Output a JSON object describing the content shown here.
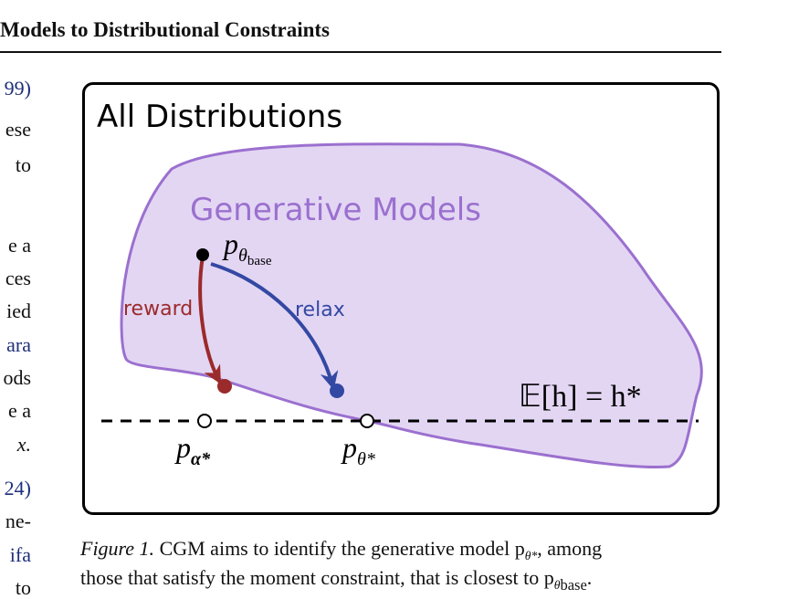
{
  "running_head": "Models to Distributional Constraints",
  "left_column": {
    "lines": [
      {
        "text": "99)",
        "blue": true
      },
      {
        "text": "ese",
        "blue": false
      },
      {
        "text": "to",
        "blue": false
      },
      {
        "text": "e a",
        "blue": false
      },
      {
        "text": "ces",
        "blue": false
      },
      {
        "text": "ied",
        "blue": false
      },
      {
        "text": "ara",
        "blue": true
      },
      {
        "text": "ods",
        "blue": false
      },
      {
        "text": "e a",
        "blue": false
      },
      {
        "text": "x.",
        "blue": false
      },
      {
        "text": "24)",
        "blue": true
      },
      {
        "text": "ne-",
        "blue": false
      },
      {
        "text": "ifa",
        "blue": true
      },
      {
        "text": "to",
        "blue": false
      }
    ]
  },
  "figure": {
    "box_title": "All Distributions",
    "region_label": "Generative Models",
    "point_base_label": "p",
    "point_base_sub": "θ",
    "point_base_subsub": "base",
    "arrow_reward_label": "reward",
    "arrow_relax_label": "relax",
    "constraint_label": "𝔼[h] = h*",
    "point_alpha_label": "p",
    "point_alpha_sub": "α*",
    "point_theta_label": "p",
    "point_theta_sub": "θ*",
    "colors": {
      "region_fill": "#e3d6f3",
      "region_stroke": "#9b70cf",
      "region_label": "#9b70cf",
      "reward": "#9b2a2a",
      "relax": "#3348a3"
    }
  },
  "caption": {
    "label": "Figure 1.",
    "line1": "CGM aims to identify the generative model p",
    "line1_sub": "θ*",
    "line1_end": ", among",
    "line2": "those that satisfy the moment constraint, that is closest to p",
    "line2_sub": "θ",
    "line2_subsub": "base",
    "line2_end": "."
  }
}
